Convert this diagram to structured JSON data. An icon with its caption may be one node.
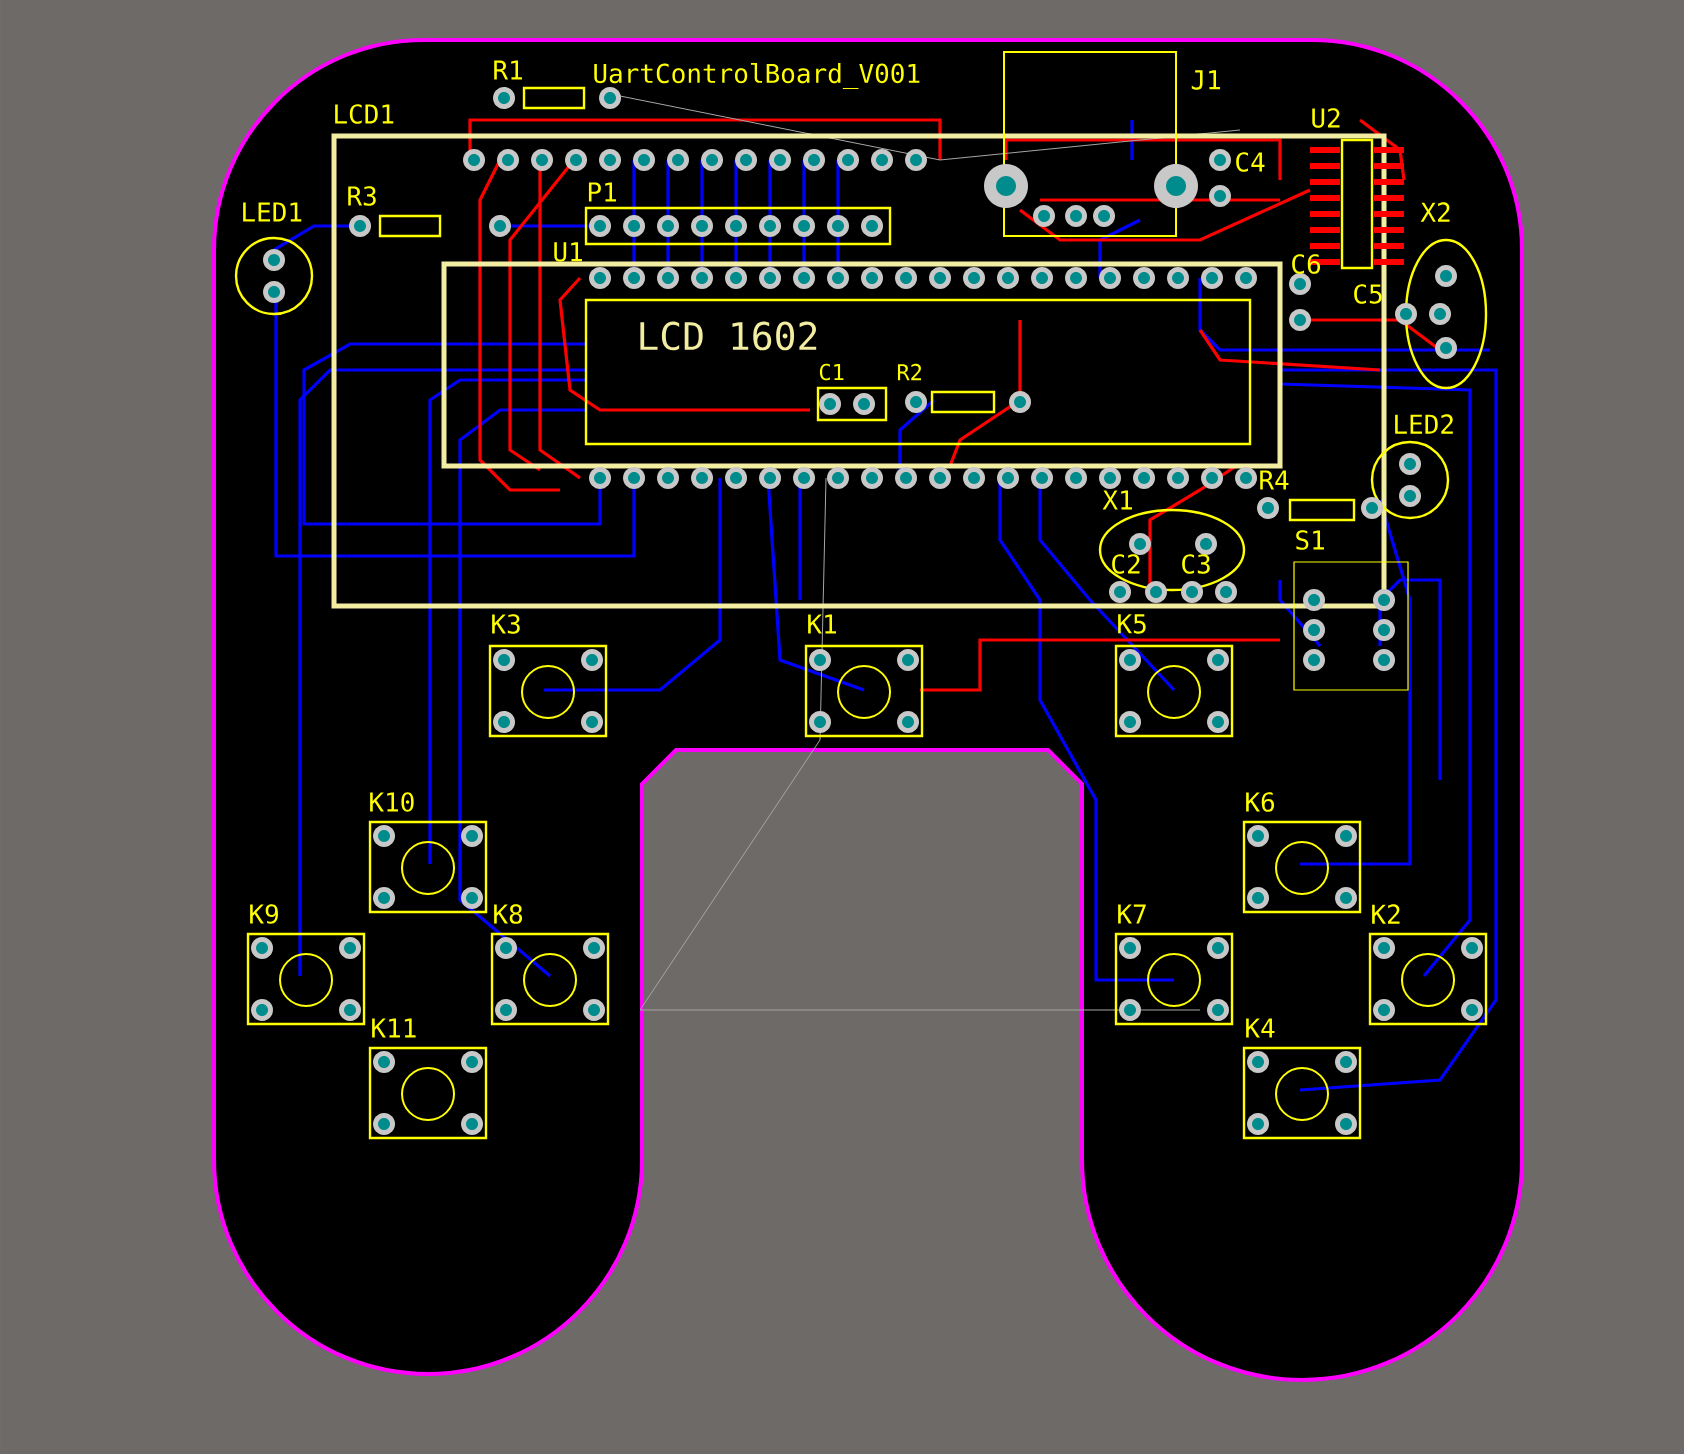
{
  "diagram": {
    "labels": [
      "R1",
      "UartControlBoard_V001",
      "J1",
      "LCD1",
      "U2",
      "C4",
      "R3",
      "P1",
      "LED1",
      "X2",
      "U1",
      "C6",
      "C5",
      "LCD 1602",
      "C1",
      "R2",
      "LED2",
      "R4",
      "X1",
      "S1",
      "C2",
      "C3",
      "K3",
      "K1",
      "K5",
      "K10",
      "K6",
      "K9",
      "K8",
      "K7",
      "K2",
      "K11",
      "K4"
    ]
  }
}
